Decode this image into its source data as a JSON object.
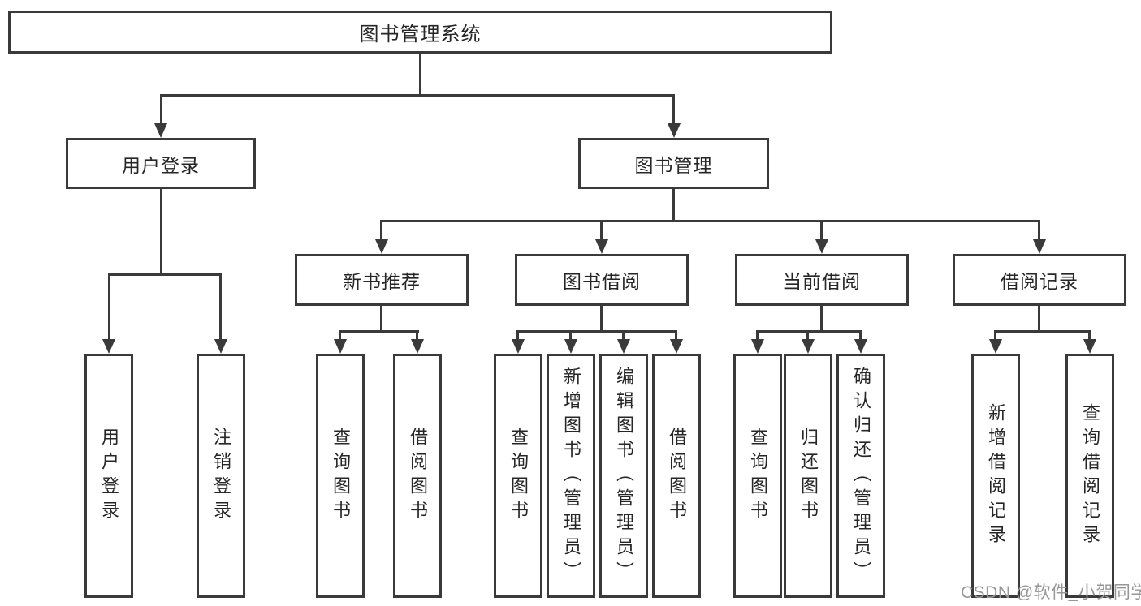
{
  "diagram": {
    "root": {
      "label": "图书管理系统",
      "children": [
        {
          "label": "用户登录",
          "children": [
            {
              "label": "用户登录"
            },
            {
              "label": "注销登录"
            }
          ]
        },
        {
          "label": "图书管理",
          "children": [
            {
              "label": "新书推荐",
              "children": [
                {
                  "label": "查询图书"
                },
                {
                  "label": "借阅图书"
                }
              ]
            },
            {
              "label": "图书借阅",
              "children": [
                {
                  "label": "查询图书"
                },
                {
                  "label": "新增图书（管理员）"
                },
                {
                  "label": "编辑图书（管理员）"
                },
                {
                  "label": "借阅图书"
                }
              ]
            },
            {
              "label": "当前借阅",
              "children": [
                {
                  "label": "查询图书"
                },
                {
                  "label": "归还图书"
                },
                {
                  "label": "确认归还（管理员）"
                }
              ]
            },
            {
              "label": "借阅记录",
              "children": [
                {
                  "label": "新增借阅记录"
                },
                {
                  "label": "查询借阅记录"
                }
              ]
            }
          ]
        }
      ]
    }
  },
  "watermark": {
    "text": "CSDN @软件_小贺同学"
  },
  "colors": {
    "line": "#3a3a3a",
    "text": "#262626",
    "box_background": "#ffffff",
    "page_background": "#ffffff",
    "watermark": "#979797"
  },
  "icons": [
    {
      "name": "arrowhead-down",
      "shape": "solid dark triangle pointing down (CSS border triangle)"
    }
  ]
}
